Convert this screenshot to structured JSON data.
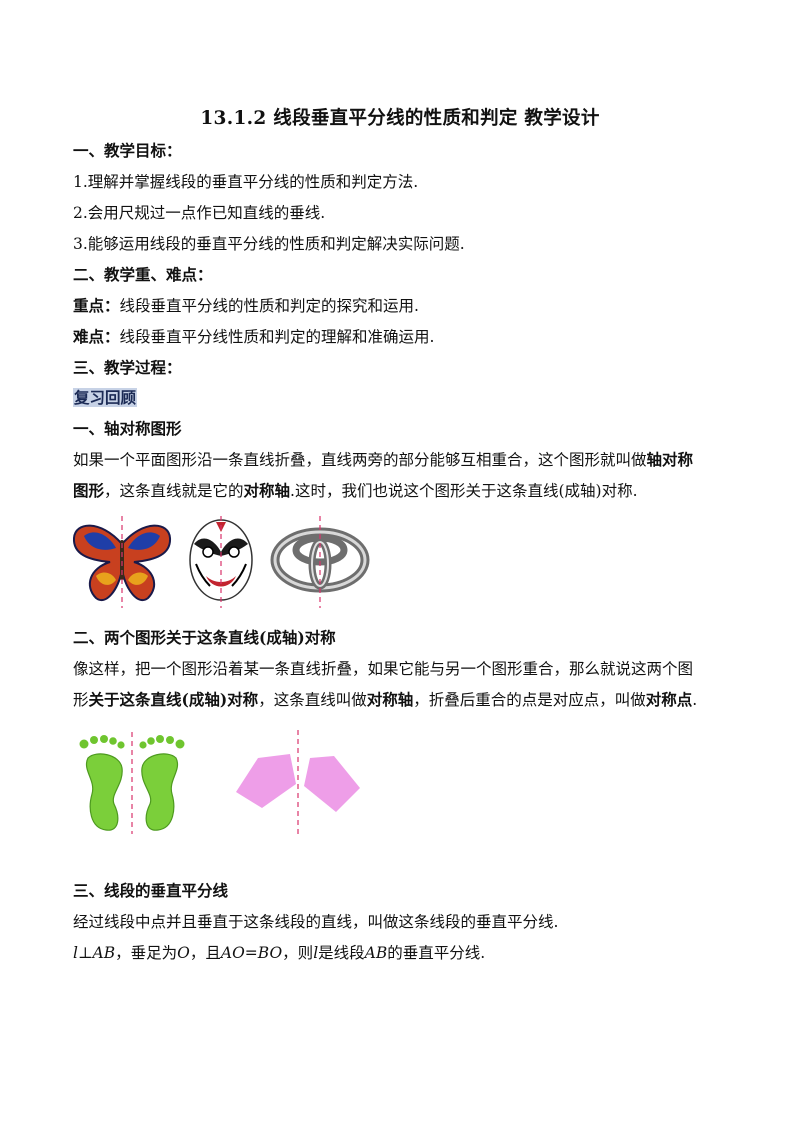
{
  "title": "13.1.2  线段垂直平分线的性质和判定  教学设计",
  "sections": {
    "goals_heading": "一、教学目标：",
    "goals": [
      "1.理解并掌握线段的垂直平分线的性质和判定方法.",
      "2.会用尺规过一点作已知直线的垂线.",
      "3.能够运用线段的垂直平分线的性质和判定解决实际问题."
    ],
    "key_heading": "二、教学重、难点：",
    "key_label": "重点：",
    "key_text": "线段垂直平分线的性质和判定的探究和运用.",
    "difficulty_label": "难点：",
    "difficulty_text": "线段垂直平分线性质和判定的理解和准确运用.",
    "process_heading": "三、教学过程：",
    "review_tag": "复习回顾"
  },
  "axial": {
    "heading": "一、轴对称图形",
    "p1_a": "如果一个平面图形沿一条直线折叠，直线两旁的部分能够互相重合，这个图形就叫做",
    "p1_b1": "轴对称",
    "p2_b": "图形",
    "p2_a": "，这条直线就是它的",
    "p2_b2": "对称轴",
    "p2_c": ".这时，我们也说这个图形关于这条直线(成轴)对称."
  },
  "two_figures": {
    "heading": "二、两个图形关于这条直线(成轴)对称",
    "p1": "像这样，把一个图形沿着某一条直线折叠，如果它能与另一个图形重合，那么就说这两个图",
    "p2_a": "形",
    "p2_b1": "关于这条直线(成轴)对称",
    "p2_c": "，这条直线叫做",
    "p2_b2": "对称轴",
    "p2_d": "，折叠后重合的点是对应点，叫做",
    "p2_b3": "对称点",
    "p2_e": "."
  },
  "bisector": {
    "heading": "三、线段的垂直平分线",
    "def": "经过线段中点并且垂直于这条线段的直线，叫做这条线段的垂直平分线.",
    "f_l1": "l",
    "f_perp": "⊥",
    "f_ab1": "AB",
    "f_t1": "，垂足为",
    "f_o": "O",
    "f_t2": "，且",
    "f_eq": "AO=BO",
    "f_t3": "，则",
    "f_l2": "l",
    "f_t4": "是线段",
    "f_ab2": "AB",
    "f_t5": "的垂直平分线."
  },
  "colors": {
    "axis_line": "#d9336b",
    "footprint": "#7bcf3a",
    "pentagon": "#ee9ee8",
    "review_bg": "#c7d2e6"
  }
}
